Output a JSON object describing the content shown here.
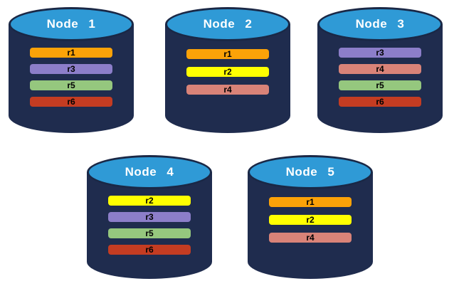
{
  "diagram": {
    "description_hint": "five database cylinders with replica bars",
    "background": "#FFFFFF"
  },
  "colors": {
    "cylinder_body": "#1F2C4E",
    "cylinder_top": "#2F9AD6",
    "cylinder_outline": "#1A2846",
    "node_label_text": "#FFFFFF",
    "bar_label_text": "#000000",
    "replica_colors": {
      "r1": "#FBA208",
      "r2": "#FFFF00",
      "r3": "#8C7EC9",
      "r4": "#D98378",
      "r5": "#95C77E",
      "r6": "#C43C22"
    }
  },
  "nodes": [
    {
      "label": "Node 1",
      "replicas": [
        "r1",
        "r3",
        "r5",
        "r6"
      ]
    },
    {
      "label": "Node 2",
      "replicas": [
        "r1",
        "r2",
        "r4"
      ]
    },
    {
      "label": "Node 3",
      "replicas": [
        "r3",
        "r4",
        "r5",
        "r6"
      ]
    },
    {
      "label": "Node 4",
      "replicas": [
        "r2",
        "r3",
        "r5",
        "r6"
      ]
    },
    {
      "label": "Node 5",
      "replicas": [
        "r1",
        "r2",
        "r4"
      ]
    }
  ]
}
